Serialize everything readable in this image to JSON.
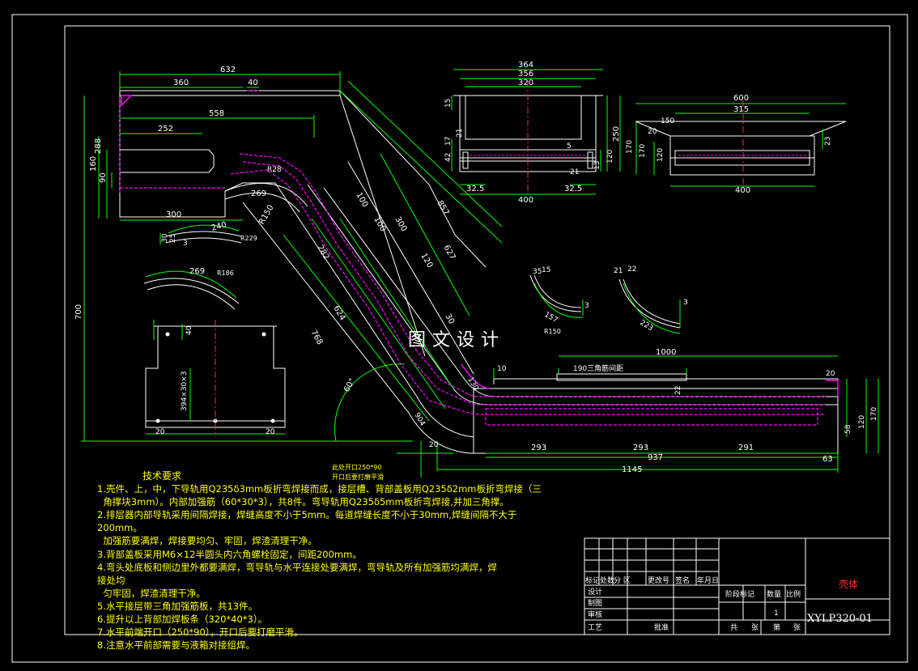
{
  "watermark": "图文设计",
  "notes": {
    "title": "技术要求",
    "lines": [
      "1.壳件、上，中，下导轨用Q235δ3mm板折弯焊接而成，接层槽、背部盖板用Q235δ2mm板折弯焊接（三",
      "  角撑块3mm）。内部加强筋（60*30*3），共8件。弯导轨用Q235δ5mm板折弯焊接,并加三角撑。",
      "2.排层器内部导轨采用间隔焊接，焊缝高度不小于5mm。每道焊缝长度不小于30mm,焊缝间隔不大于",
      "200mm。",
      "  加强筋要满焊，焊接要均匀、牢固，焊渣清理干净。",
      "3.背部盖板采用M6×12半圆头内六角螺栓固定，间距200mm。",
      "4.弯头处底板和侧边里外都要满焊，弯导轨与水平连接处要满焊，弯导轨及所有加强筋均满焊，焊",
      "接处均",
      "  匀牢固，焊渣清理干净。",
      "5.水平接层带三角加强筋板，共13件。",
      "6.提升以上背部加焊板条（320*40*3）。",
      "7.水平前端开口（250*90），开口后要打磨平滑。",
      "8.注意水平前部需要与液箱对接组焊。"
    ]
  },
  "title_block": {
    "drawing_name": "壳体",
    "drawing_code": "XYLP320-01",
    "header_cells": [
      "标记",
      "处数",
      "分 区",
      "更改号",
      "签名",
      "年月日"
    ],
    "roles": [
      "设计",
      "制图",
      "审核",
      "工艺"
    ],
    "approve": "批准",
    "stage_headers": [
      "阶段标记",
      "数量",
      "比例"
    ],
    "quantity": "1",
    "total": "共",
    "sheets": "张",
    "sheet_no": "第",
    "sheet_unit": "张"
  },
  "dims": {
    "d632": "632",
    "d360": "360",
    "d40a": "40",
    "d558": "558",
    "d252": "252",
    "d288": "288",
    "d160": "160",
    "d90": "90",
    "d300": "300",
    "d700": "700",
    "d857": "857",
    "d627": "627",
    "d100a": "100",
    "d100b": "100",
    "d300b": "300",
    "d120": "120",
    "d282": "282",
    "d624": "624",
    "d768": "768",
    "d30": "30",
    "d269a": "269",
    "dR150a": "R150",
    "d28": "R28",
    "d240": "240",
    "dR229": "R229",
    "d30b": "30",
    "d25": "25",
    "d3": "3",
    "d269b": "269",
    "dR186": "R186",
    "d364": "364",
    "d356": "356",
    "d320": "320",
    "d15": "15",
    "d250": "250",
    "d17": "17",
    "d21a": "21",
    "d42": "42",
    "d5a": "5",
    "d21b": "21",
    "d13": "13",
    "d120b": "120",
    "d170": "170",
    "d325a": "32.5",
    "d325b": "32.5",
    "d400": "400",
    "d600": "600",
    "d315": "315",
    "d150": "150",
    "d20a": "20",
    "d170b": "170",
    "d120c": "120",
    "d23": "23",
    "d400b": "400",
    "d40b": "40",
    "d394": "394×30×3",
    "d20b": "20",
    "d20c": "20",
    "d35": "35",
    "d15b": "15",
    "d3b": "3",
    "d157": "157",
    "dR150b": "R150",
    "d21c": "21",
    "d22": "22",
    "d3c": "3",
    "d223": "223",
    "d1000": "1000",
    "d10": "10",
    "d190": "190三角筋间距",
    "d20d": "20",
    "d130": "130",
    "d22b": "22",
    "d170c": "170",
    "d120d": "120",
    "d58": "58",
    "d904": "904",
    "d20e": "20",
    "d293a": "293",
    "d293b": "293",
    "d291": "291",
    "d937": "937",
    "d63": "63",
    "d1145": "1145",
    "d60deg": "60°",
    "opening1": "此处开口250*90",
    "opening2": "开口后要打磨平滑"
  }
}
